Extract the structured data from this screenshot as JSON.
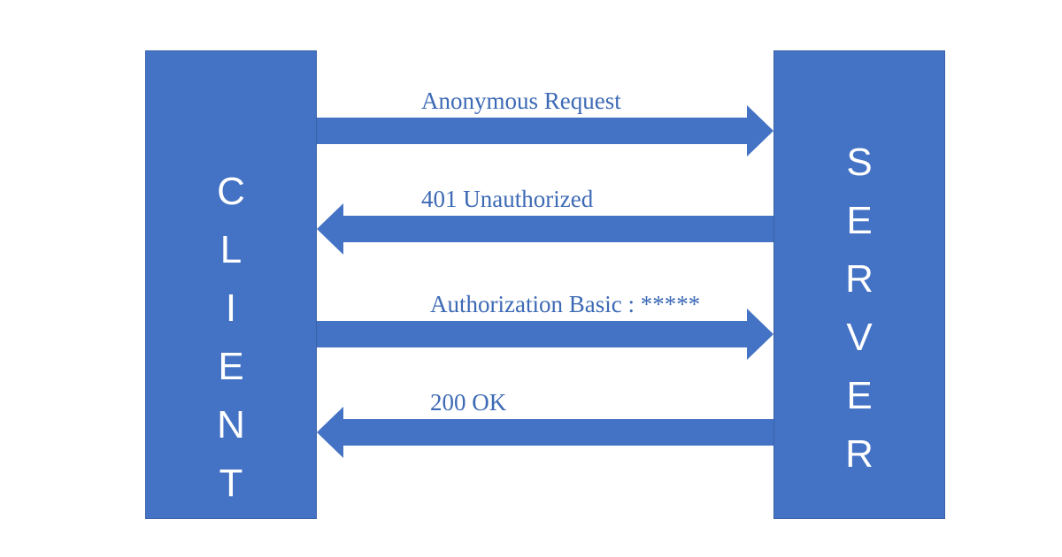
{
  "client": {
    "letters": [
      "C",
      "L",
      "I",
      "E",
      "N",
      "T"
    ]
  },
  "server": {
    "letters": [
      "S",
      "E",
      "R",
      "V",
      "E",
      "R"
    ]
  },
  "messages": [
    {
      "label": "Anonymous Request",
      "direction": "to-server"
    },
    {
      "label": "401 Unauthorized",
      "direction": "to-client"
    },
    {
      "label": "Authorization Basic : *****",
      "direction": "to-server"
    },
    {
      "label": "200 OK",
      "direction": "to-client"
    }
  ],
  "colors": {
    "box": "#4472c4",
    "arrow": "#4472c4",
    "label": "#3d6ab5",
    "box_text": "#ffffff"
  }
}
